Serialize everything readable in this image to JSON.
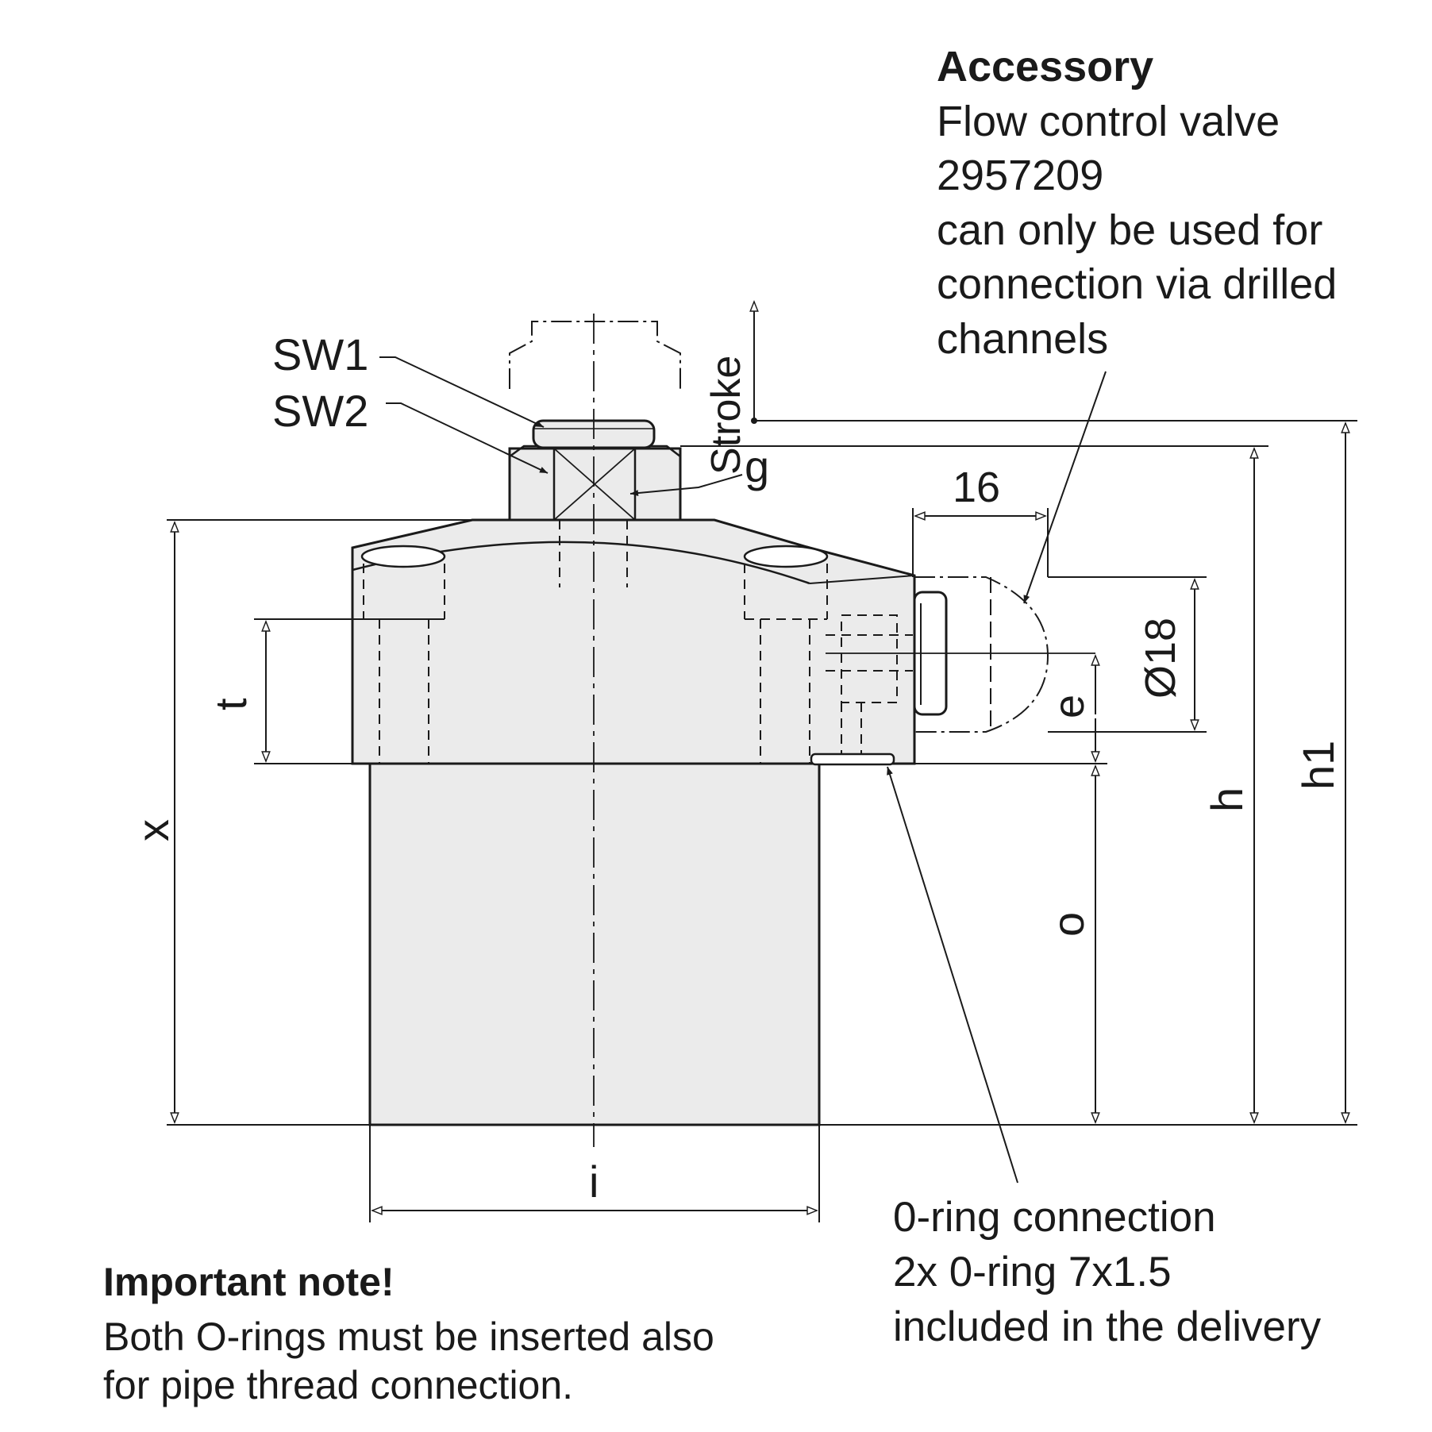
{
  "accessory": {
    "heading": "Accessory",
    "lines": [
      "Flow control valve",
      "2957209",
      "can only be used for",
      "connection via drilled",
      "channels"
    ]
  },
  "labels": {
    "sw1": "SW1",
    "sw2": "SW2",
    "stroke": "Stroke",
    "g": "g",
    "dim_16": "16",
    "dia_18": "Ø18",
    "e": "e",
    "o": "o",
    "h": "h",
    "h1": "h1",
    "x": "x",
    "t": "t",
    "i": "i"
  },
  "oring": {
    "lines": [
      "0-ring connection",
      "2x 0-ring 7x1.5",
      "included in the delivery"
    ]
  },
  "note": {
    "heading": "Important note!",
    "lines": [
      "Both O-rings must be inserted also",
      "for pipe thread connection."
    ]
  },
  "colors": {
    "body_fill": "#ebebeb",
    "line": "#1a1a1a"
  }
}
